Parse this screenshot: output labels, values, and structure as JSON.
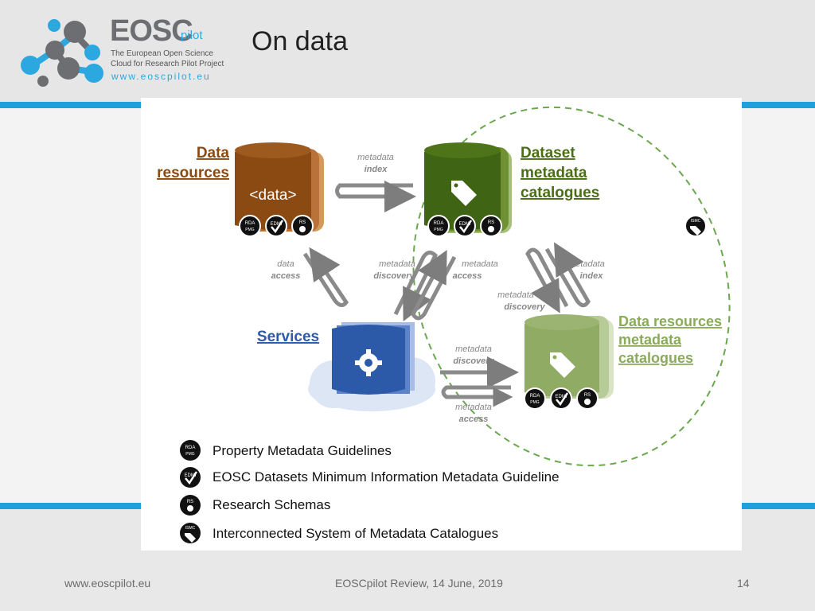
{
  "slide": {
    "title": "On data",
    "footer_left": "www.eoscpilot.eu",
    "footer_center": "EOSCpilot Review, 14 June, 2019",
    "page_number": "14"
  },
  "logo": {
    "word": "EOSC",
    "pilot": "pilot",
    "line1": "The European Open Science",
    "line2": "Cloud for Research Pilot Project",
    "url": "www.eoscpilot.eu"
  },
  "diagram": {
    "data_resources_label": [
      "Data",
      "resources"
    ],
    "data_cylinder_text": "<data>",
    "dataset_catalogues_label": [
      "Dataset",
      "metadata",
      "catalogues"
    ],
    "services_label": "Services",
    "data_resources_catalogues_label": [
      "Data resources",
      "metadata",
      "catalogues"
    ],
    "arrow_labels": {
      "top": [
        "metadata",
        "index"
      ],
      "data_access": [
        "data",
        "access"
      ],
      "mid_discovery": [
        "metadata",
        "discovery"
      ],
      "mid_access": [
        "metadata",
        "access"
      ],
      "right_index": [
        "metadata",
        "index"
      ],
      "right_discovery": [
        "metadata",
        "discovery"
      ],
      "bottom_discovery": [
        "metadata",
        "discovery"
      ],
      "bottom_access": [
        "metadata",
        "access"
      ]
    },
    "badges": {
      "rda": [
        "RDA",
        "PMG"
      ],
      "edmi": "EDMI",
      "rs": "RS",
      "ismc": "ISMC"
    },
    "legend": [
      "Property Metadata Guidelines",
      "EOSC Datasets Minimum Information Metadata Guideline",
      "Research Schemas",
      "Interconnected System of Metadata Catalogues"
    ],
    "colors": {
      "data_resources": "#8b4a12",
      "dataset_catalogues": "#4a6e14",
      "services": "#2e5aa8",
      "data_resources_catalogues": "#8aab5a",
      "arrows": "#8a8a8a",
      "dashed_ellipse": "#6aa84f"
    }
  }
}
